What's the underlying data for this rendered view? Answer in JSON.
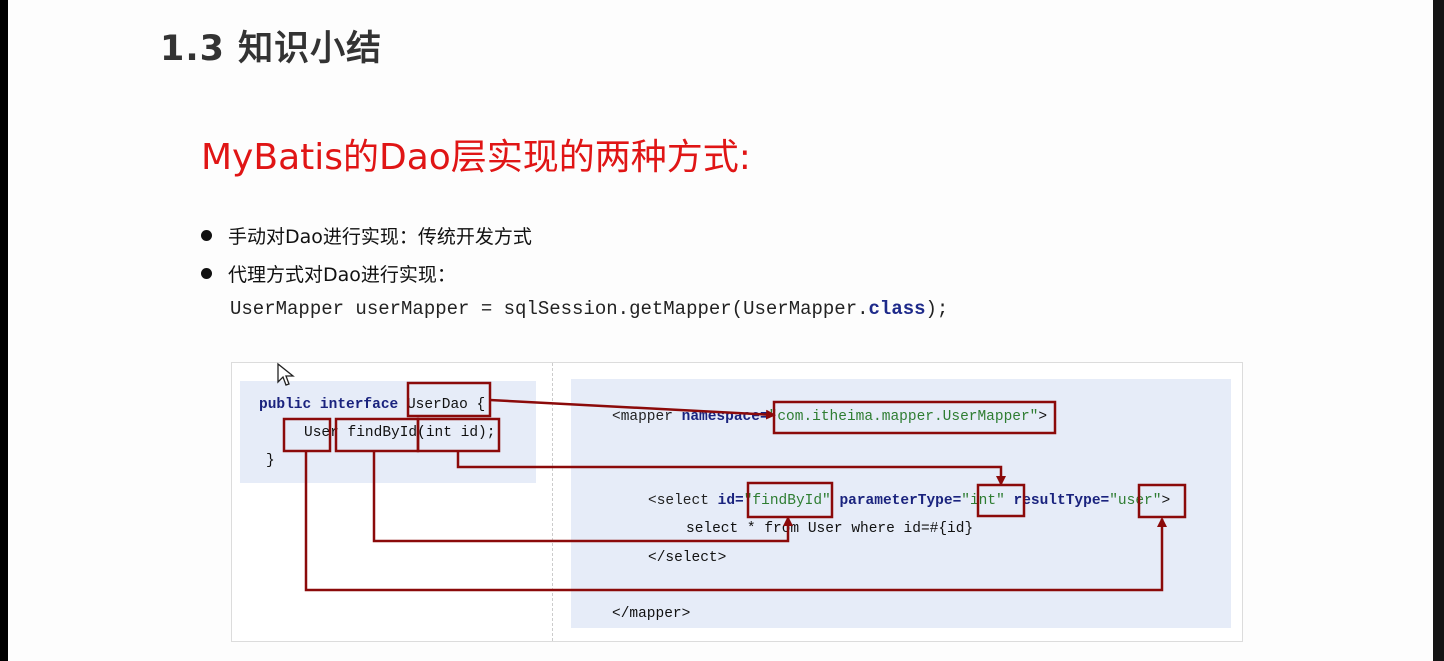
{
  "slide": {
    "title": "1.3 知识小结",
    "subtitle": "MyBatis的Dao层实现的两种方式:",
    "bullets": [
      "手动对Dao进行实现：传统开发方式",
      "代理方式对Dao进行实现："
    ],
    "code": {
      "prefix": "UserMapper userMapper = sqlSession.getMapper(UserMapper.",
      "keyword": "class",
      "suffix": ");"
    }
  },
  "diagram": {
    "interface_code": {
      "kw": "public interface",
      "name": "UserDao",
      "open": " {",
      "ret": "User",
      "method": "findById",
      "params": "(int id);",
      "close": "}"
    },
    "mapper_xml": {
      "mapper_open": "<mapper",
      "namespace_attr": "namespace=",
      "namespace_value": "\"com.itheima.mapper.UserMapper\"",
      "mapper_end": ">",
      "select_open": "<select",
      "id_attr": "id=",
      "id_value": "\"findById\"",
      "param_attr": "parameterType=",
      "param_value": "\"int\"",
      "result_attr": "resultType=",
      "result_value": "\"user\"",
      "select_end": ">",
      "sql": "select * from User where id=#{id}",
      "select_close": "</select>",
      "mapper_close": "</mapper>"
    },
    "colors": {
      "highlight_box": "#8b0a0a",
      "arrow": "#8b0a0a",
      "panel_bg": "#e6ecf8",
      "subtitle": "#e01515"
    }
  }
}
